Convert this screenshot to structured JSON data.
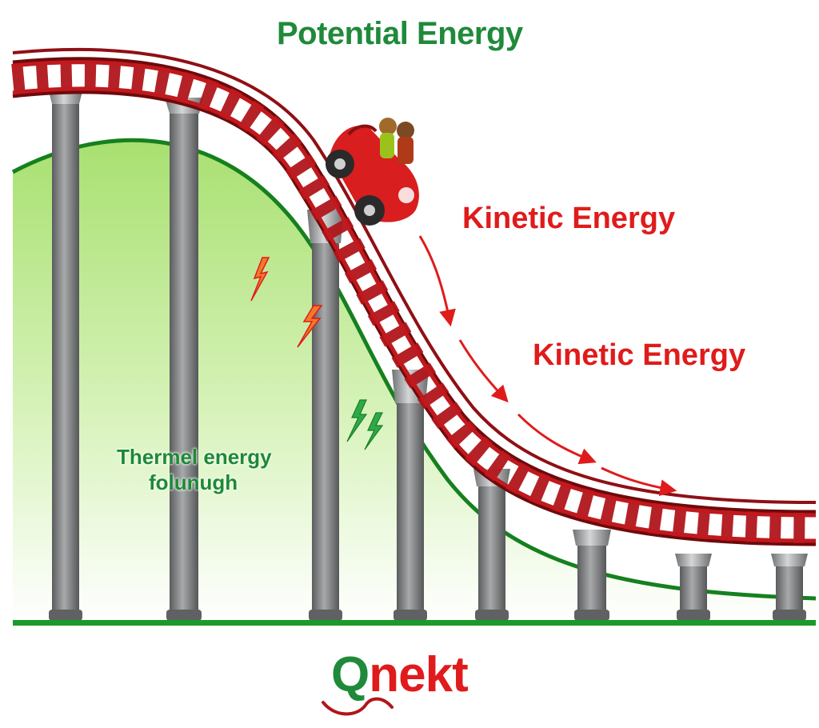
{
  "labels": {
    "potential": "Potential Energy",
    "kinetic_1": "Kinetic Energy",
    "kinetic_2": "Kinetic Energy",
    "thermal_line1": "Thermel energy",
    "thermal_line2": "folunugh"
  },
  "brand": {
    "q": "Q",
    "rest": "nekt"
  },
  "colors": {
    "track": "#b0161b",
    "track_dark": "#6e0a0c",
    "hill_stroke": "#16801f",
    "hill_fill_top": "#a8e070",
    "ground": "#1a9a2a",
    "pillar": "#7d7f80",
    "kinetic_arrow": "#e01b1b",
    "potential_text": "#1f8a3a",
    "car_body": "#d81e1e"
  },
  "icons": [
    "lightning-bolt-icon",
    "roller-coaster-car-icon",
    "arrow-icon",
    "brand-swirl-icon"
  ]
}
